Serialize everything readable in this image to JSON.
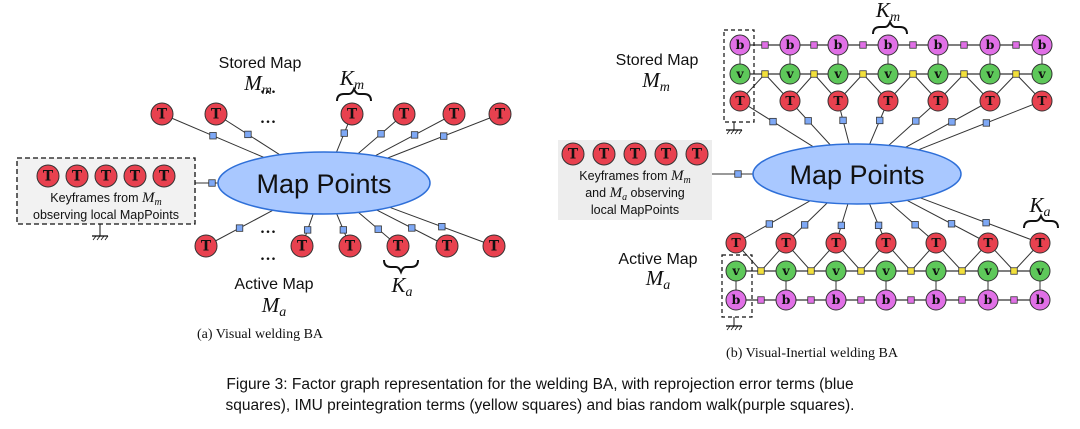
{
  "left": {
    "stored_title": "Stored Map",
    "stored_sub": "M",
    "stored_sub_idx": "m",
    "km_main": "K",
    "km_idx": "m",
    "active_title": "Active Map",
    "active_sub": "M",
    "active_sub_idx": "a",
    "ka_main": "K",
    "ka_idx": "a",
    "map_points": "Map Points",
    "ellipsis": "...",
    "node_letter": "T",
    "kf_line1_prefix": "Keyframes from ",
    "kf_line1_var": "M",
    "kf_line1_idx": "m",
    "kf_line2": "observing local MapPoints",
    "subcaption": "(a) Visual welding BA"
  },
  "right": {
    "stored_title": "Stored Map",
    "stored_sub": "M",
    "stored_sub_idx": "m",
    "km_main": "K",
    "km_idx": "m",
    "active_title": "Active Map",
    "active_sub": "M",
    "active_sub_idx": "a",
    "ka_main": "K",
    "ka_idx": "a",
    "map_points": "Map Points",
    "letter_t": "T",
    "letter_v": "v",
    "letter_b": "b",
    "kf_line1_prefix": "Keyframes from ",
    "kf_line1_var": "M",
    "kf_line1_idx": "m",
    "kf_line2_prefix": "and ",
    "kf_line2_var": "M",
    "kf_line2_idx": "a",
    "kf_line2_suffix": " observing",
    "kf_line3": "local MapPoints",
    "subcaption": "(b) Visual-Inertial welding BA"
  },
  "caption": {
    "line1": "Figure 3: Factor graph representation for the welding BA, with reprojection error terms (blue",
    "line2": "squares), IMU preintegration terms (yellow squares) and bias random walk(purple squares)."
  },
  "colors": {
    "t_node": "#e8414f",
    "v_node": "#5ec85a",
    "b_node": "#e070e6",
    "ellipse": "#a9c8ff",
    "reproj_factor": "#7ea8f5",
    "imu_factor": "#f2e03c",
    "bias_factor": "#e070e6"
  }
}
